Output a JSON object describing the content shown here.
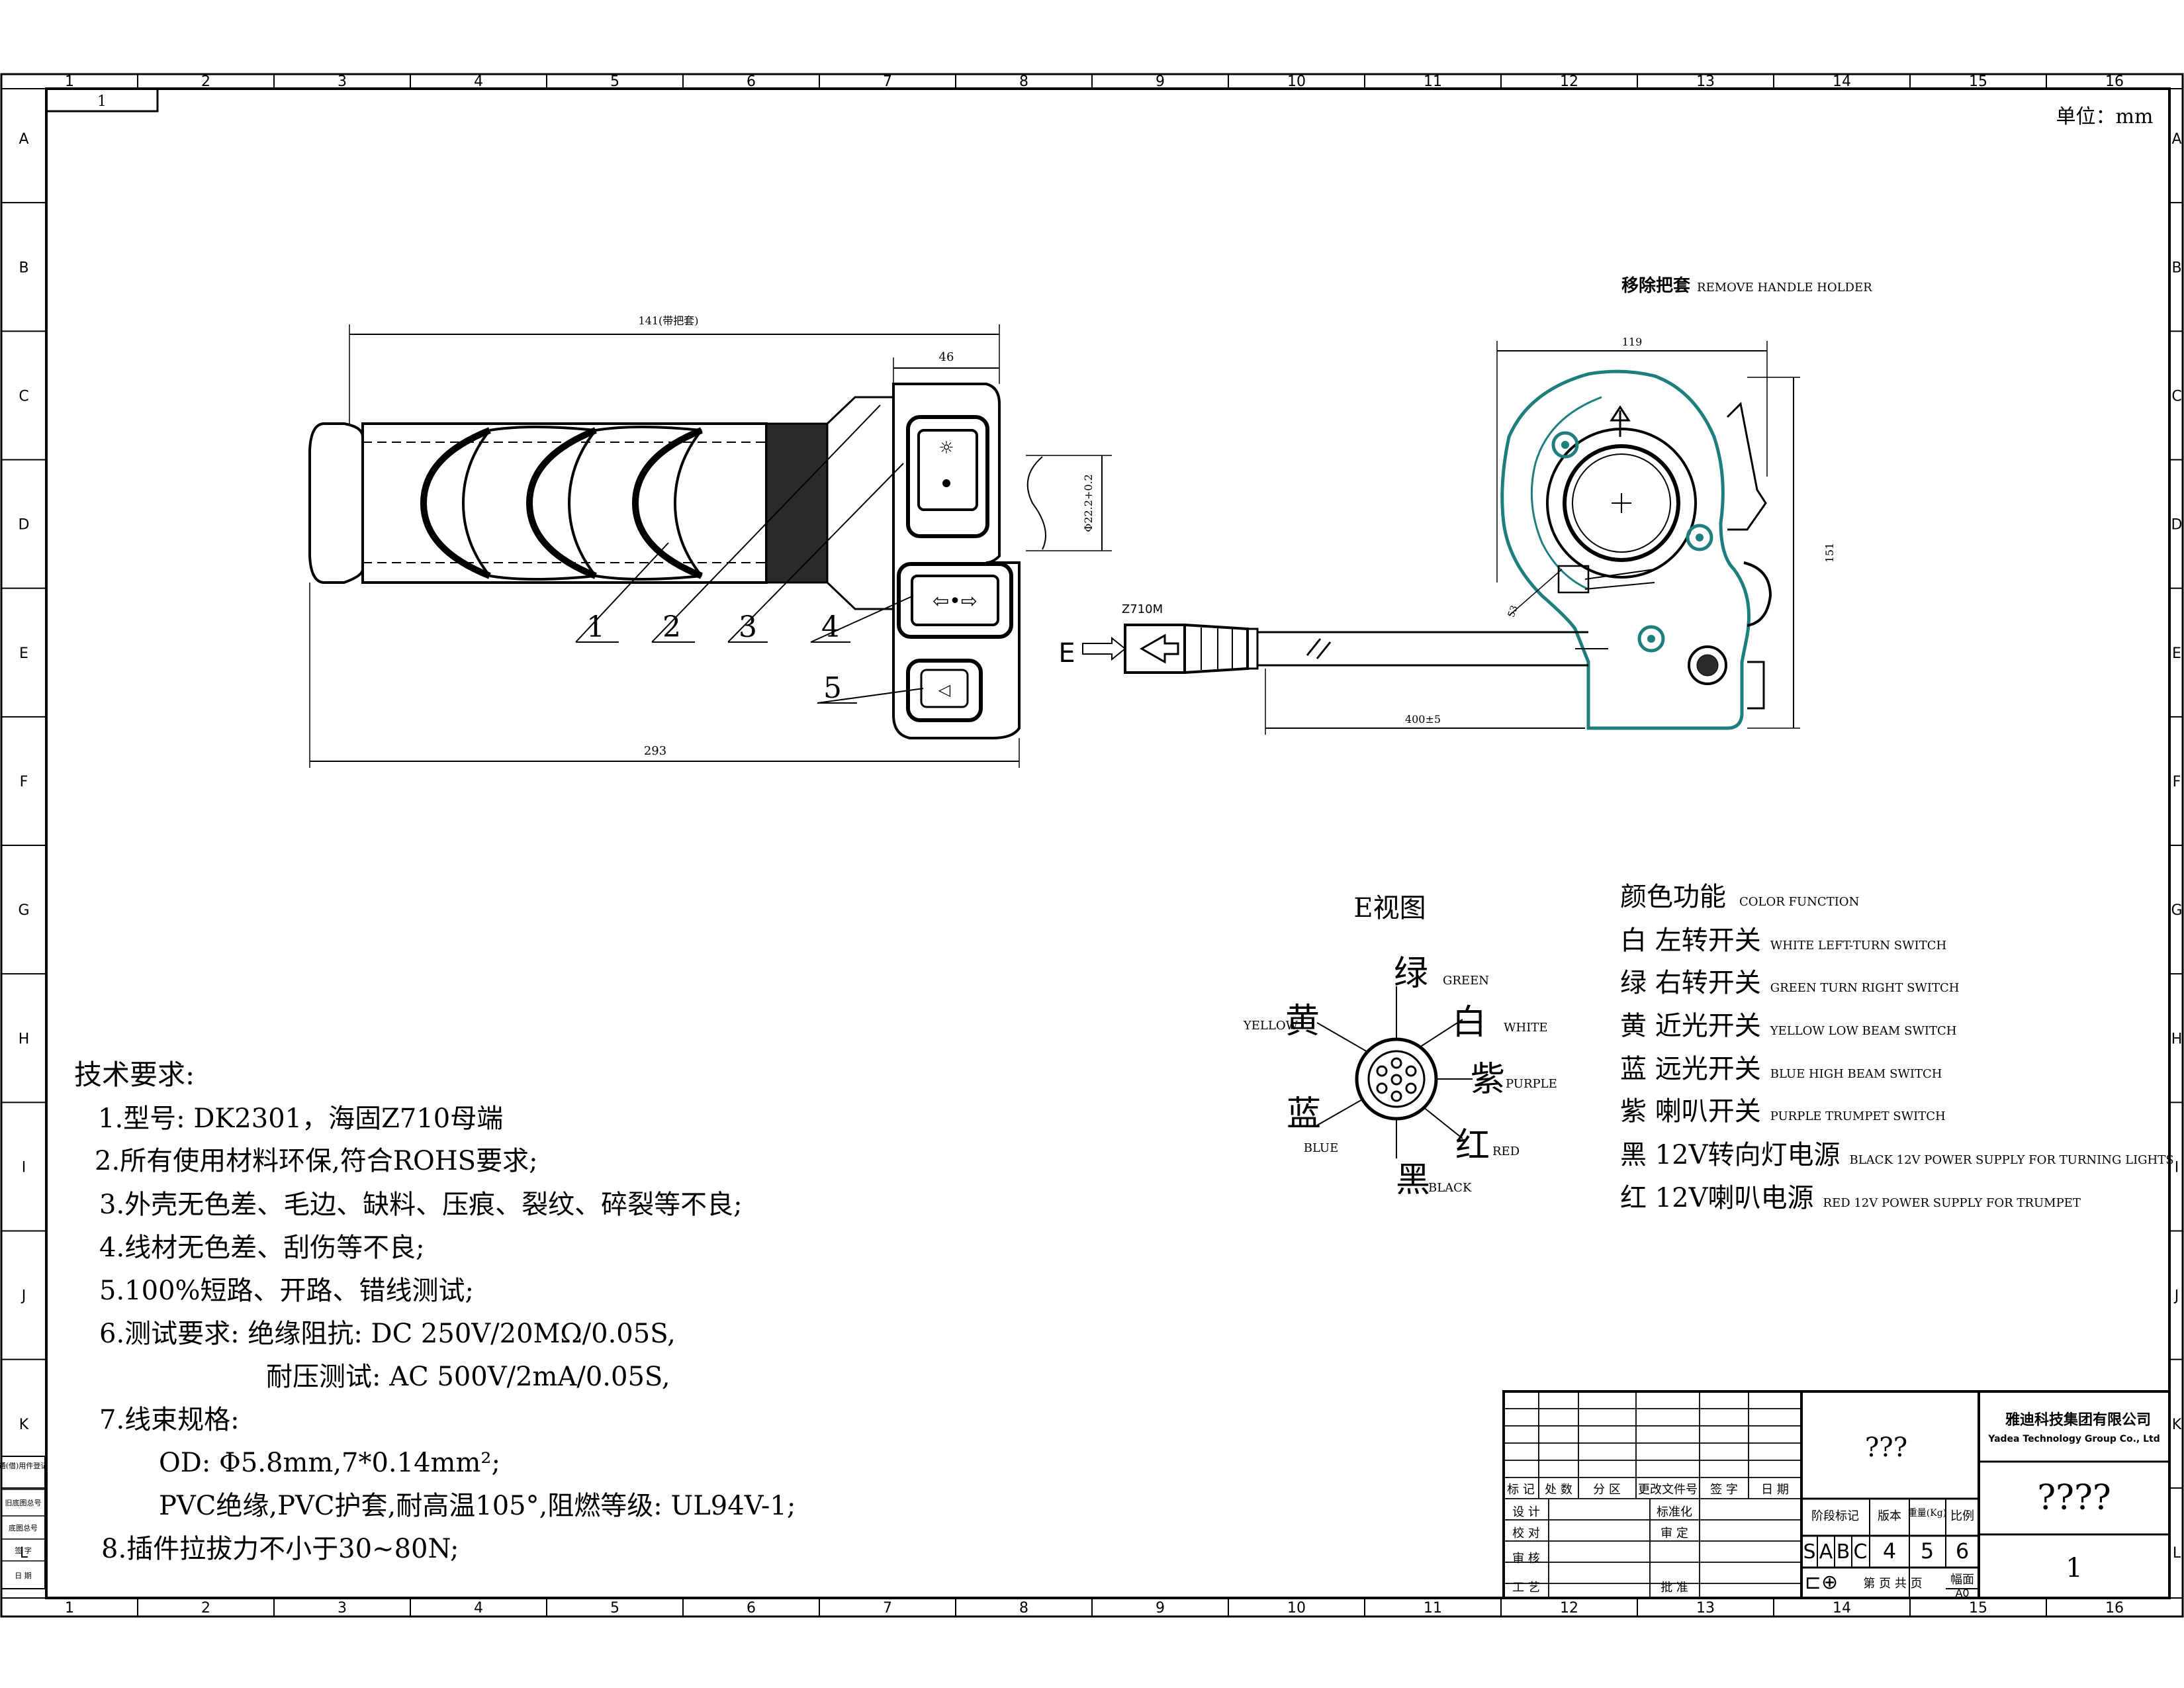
{
  "frame": {
    "col_labels": [
      "1",
      "2",
      "3",
      "4",
      "5",
      "6",
      "7",
      "8",
      "9",
      "10",
      "11",
      "12",
      "13",
      "14",
      "15",
      "16"
    ],
    "row_labels": [
      "A",
      "B",
      "C",
      "D",
      "E",
      "F",
      "G",
      "H",
      "I",
      "J",
      "K",
      "L"
    ],
    "corner_tag": "1",
    "unit_label": "单位：mm"
  },
  "handlebar": {
    "dim_overall_top": "141(带把套)",
    "dim_switch_width": "46",
    "dim_diameter": "Φ22.2+0.2",
    "dim_total": "293",
    "callouts": [
      "1",
      "2",
      "3",
      "4",
      "5"
    ]
  },
  "side_view": {
    "note_cn": "移除把套",
    "note_en": "REMOVE HANDLE HOLDER",
    "dim_width": "119",
    "dim_height": "151",
    "dim_small": "53",
    "dim_cable": "400±5",
    "connector_label": "Z710M",
    "view_letter": "E"
  },
  "e_view": {
    "title": "E视图",
    "pins": [
      {
        "cn": "绿",
        "en": "GREEN"
      },
      {
        "cn": "白",
        "en": "WHITE"
      },
      {
        "cn": "紫",
        "en": "PURPLE"
      },
      {
        "cn": "红",
        "en": "RED"
      },
      {
        "cn": "黑",
        "en": "BLACK"
      },
      {
        "cn": "蓝",
        "en": "BLUE"
      },
      {
        "cn": "黄",
        "en": "YELLOW"
      }
    ]
  },
  "color_function": {
    "header_cn": "颜色功能",
    "header_en": "COLOR FUNCTION",
    "rows": [
      {
        "cn": "白  左转开关",
        "en": "WHITE LEFT-TURN SWITCH"
      },
      {
        "cn": "绿  右转开关",
        "en": "GREEN TURN RIGHT SWITCH"
      },
      {
        "cn": "黄  近光开关",
        "en": "YELLOW LOW BEAM SWITCH"
      },
      {
        "cn": "蓝  远光开关",
        "en": "BLUE HIGH BEAM SWITCH"
      },
      {
        "cn": "紫  喇叭开关",
        "en": "PURPLE TRUMPET SWITCH"
      },
      {
        "cn": "黑  12V转向灯电源",
        "en": "BLACK 12V POWER SUPPLY FOR TURNING LIGHTS"
      },
      {
        "cn": "红  12V喇叭电源",
        "en": "RED 12V POWER SUPPLY FOR TRUMPET"
      }
    ]
  },
  "tech_requirements": {
    "title": "技术要求:",
    "items": [
      "1.型号: DK2301，海固Z710母端",
      "2.所有使用材料环保,符合ROHS要求;",
      "3.外壳无色差、毛边、缺料、压痕、裂纹、碎裂等不良;",
      "4.线材无色差、刮伤等不良;",
      "5.100%短路、开路、错线测试;",
      "6.测试要求: 绝缘阻抗: DC  250V/20MΩ/0.05S,",
      "耐压测试: AC  500V/2mA/0.05S,",
      "7.线束规格:",
      "OD: Φ5.8mm,7*0.14mm²;",
      "PVC绝缘,PVC护套,耐高温105°,阻燃等级: UL94V-1;",
      "8.插件拉拔力不小于30~80N;"
    ]
  },
  "title_block": {
    "header_cells": [
      "标 记",
      "处 数",
      "分 区",
      "更改文件号",
      "签 字",
      "日 期"
    ],
    "left_rows": [
      "设  计",
      "校  对",
      "审  核",
      "工  艺"
    ],
    "mid_rows": [
      "标准化",
      "审  定",
      "",
      "批  准"
    ],
    "placeholder_center": "???",
    "company_cn": "雅迪科技集团有限公司",
    "company_en": "Yadea Technology Group Co., Ltd",
    "drawing_name": "????",
    "stage_label": "阶段标记",
    "version_label": "版本",
    "weight_label": "重量(Kg)",
    "scale_label": "比例",
    "stage_letters": [
      "S",
      "A",
      "B",
      "C"
    ],
    "version_val": "4",
    "weight_val": "5",
    "scale_val": "6",
    "sheet_text": "第  页 共  页",
    "size_label": "幅面",
    "size_val": "A0",
    "sheet_number": "1"
  },
  "side_strip": [
    "通(借)用件登记",
    "旧底图总号",
    "底图总号",
    "签  字",
    "日  期"
  ]
}
